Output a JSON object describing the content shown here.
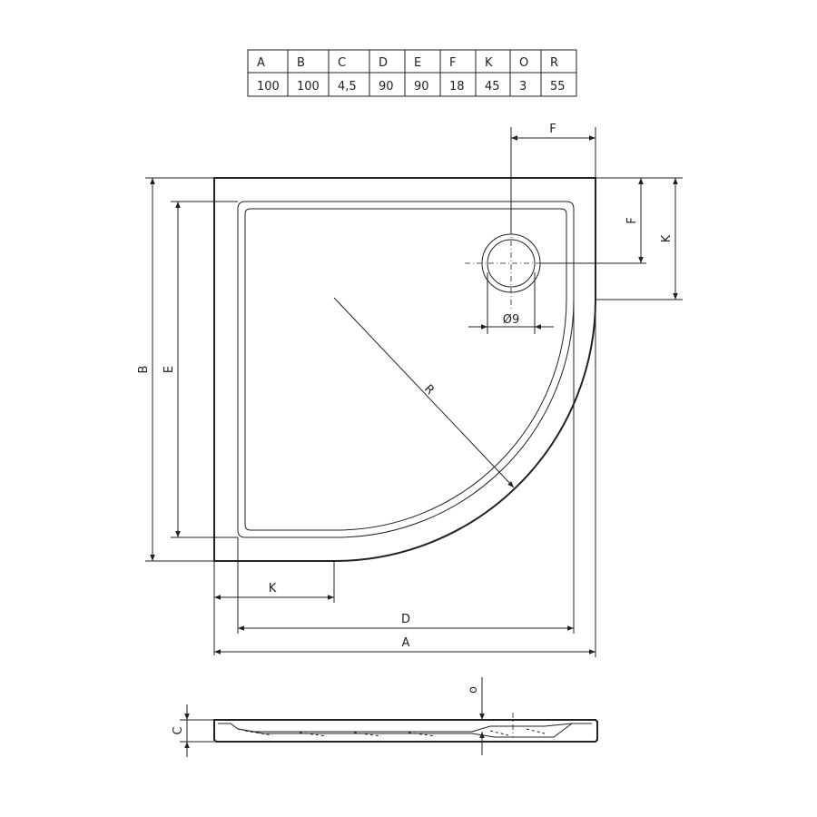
{
  "table": {
    "headers": [
      "A",
      "B",
      "C",
      "D",
      "E",
      "F",
      "K",
      "O",
      "R"
    ],
    "values": [
      "100",
      "100",
      "4,5",
      "90",
      "90",
      "18",
      "45",
      "3",
      "55"
    ]
  },
  "labels": {
    "A": "A",
    "B": "B",
    "D": "D",
    "E": "E",
    "F_top": "F",
    "F_side": "F",
    "K_side": "K",
    "K_bottom": "K",
    "R": "R",
    "drain": "Ø9",
    "C": "C",
    "O": "o"
  }
}
